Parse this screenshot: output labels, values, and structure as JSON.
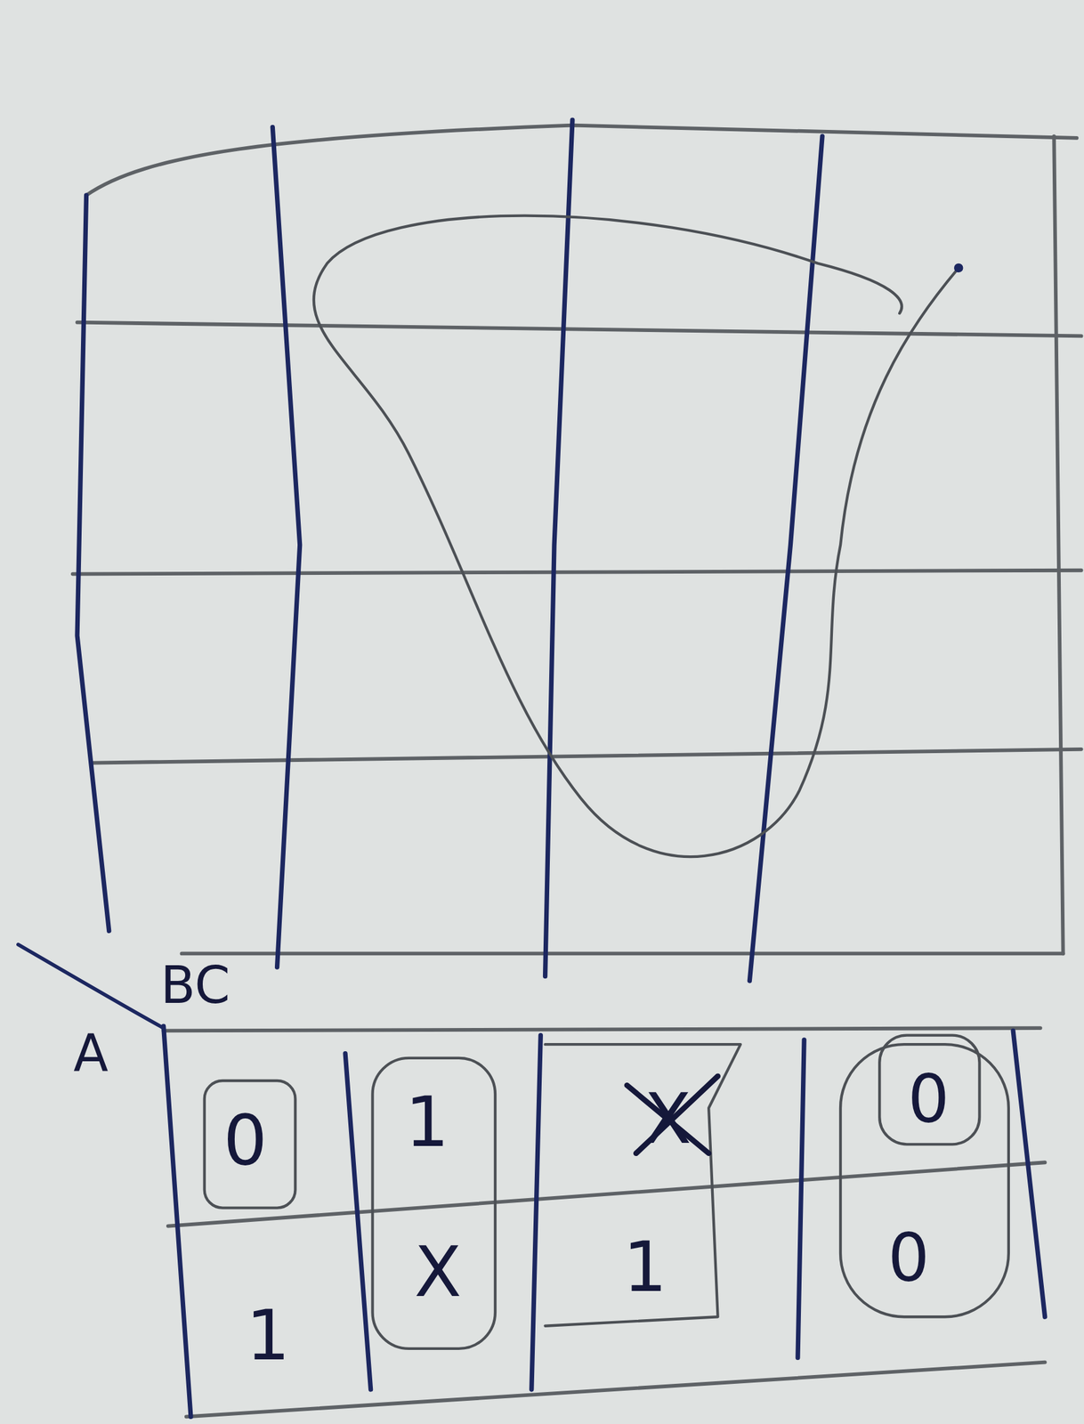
{
  "diagram": {
    "labels": [
      "BC",
      "A",
      "0",
      "1",
      "X",
      "0",
      "1",
      "X",
      "1",
      "0"
    ]
  }
}
